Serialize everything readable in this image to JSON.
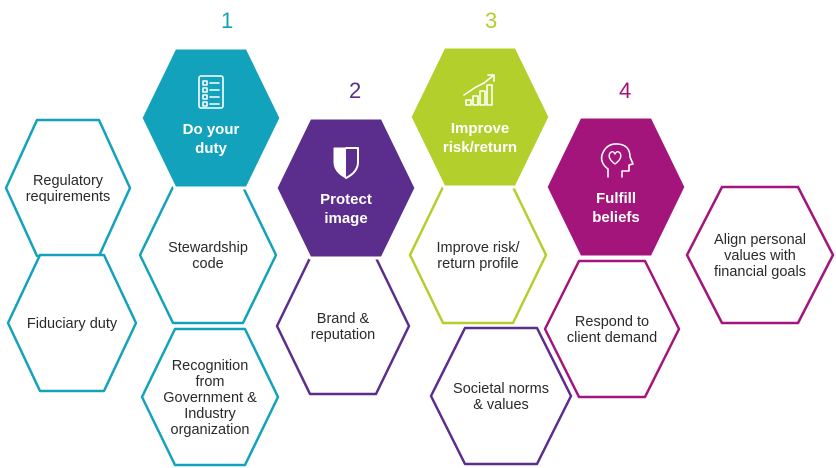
{
  "colors": {
    "teal": "#12a2bb",
    "purple": "#5b2d8c",
    "lime": "#b3cf2c",
    "magenta": "#a3157a"
  },
  "pillars": [
    {
      "number": "1",
      "title": [
        "Do your",
        "duty"
      ],
      "icon": "checklist-icon",
      "color": "teal"
    },
    {
      "number": "2",
      "title": [
        "Protect",
        "image"
      ],
      "icon": "shield-icon",
      "color": "purple"
    },
    {
      "number": "3",
      "title": [
        "Improve",
        "risk/return"
      ],
      "icon": "growth-chart-icon",
      "color": "lime"
    },
    {
      "number": "4",
      "title": [
        "Fulfill",
        "beliefs"
      ],
      "icon": "heart-head-icon",
      "color": "magenta"
    }
  ],
  "outlines": {
    "regulatory": {
      "lines": [
        "Regulatory",
        "requirements"
      ],
      "color": "teal"
    },
    "fiduciary": {
      "lines": [
        "Fiduciary duty"
      ],
      "color": "teal"
    },
    "stewardship": {
      "lines": [
        "Stewardship",
        "code"
      ],
      "color": "teal"
    },
    "recognition": {
      "lines": [
        "Recognition",
        "from",
        "Government &",
        "Industry",
        "organization"
      ],
      "color": "teal"
    },
    "brand": {
      "lines": [
        "Brand &",
        "reputation"
      ],
      "color": "purple"
    },
    "risk_profile": {
      "lines": [
        "Improve risk/",
        "return profile"
      ],
      "color": "lime"
    },
    "societal": {
      "lines": [
        "Societal norms",
        "& values"
      ],
      "color": "purple"
    },
    "client": {
      "lines": [
        "Respond to",
        "client demand"
      ],
      "color": "magenta"
    },
    "align": {
      "lines": [
        "Align personal",
        "values with",
        "financial goals"
      ],
      "color": "magenta"
    }
  }
}
